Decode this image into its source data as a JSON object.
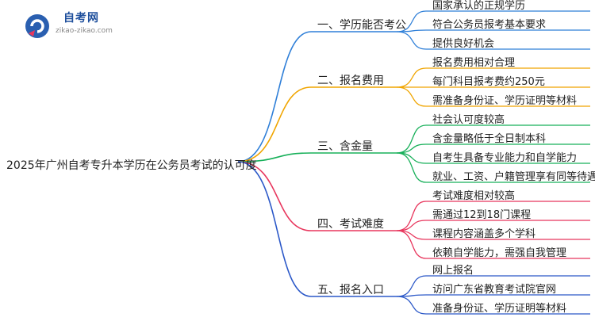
{
  "logo": {
    "name": "自考网",
    "url": "zikao-zikao.com"
  },
  "root": "2025年广州自考专升本学历在公务员考试的认可度",
  "branches": [
    {
      "label": "一、学历能否考公",
      "color": "#2f7fd8",
      "leaves": [
        "国家承认的正规学历",
        "符合公务员报考基本要求",
        "提供良好机会"
      ]
    },
    {
      "label": "二、报名费用",
      "color": "#f0a500",
      "leaves": [
        "报名费用相对合理",
        "每门科目报考费约250元",
        "需准备身份证、学历证明等材料"
      ]
    },
    {
      "label": "三、含金量",
      "color": "#18b05a",
      "leaves": [
        "社会认可度较高",
        "含金量略低于全日制本科",
        "自考生具备专业能力和自学能力",
        "就业、工资、户籍管理享有同等待遇"
      ]
    },
    {
      "label": "四、考试难度",
      "color": "#e8365d",
      "leaves": [
        "考试难度相对较高",
        "需通过12到18门课程",
        "课程内容涵盖多个学科",
        "依赖自学能力，需强自我管理"
      ]
    },
    {
      "label": "五、报名入口",
      "color": "#2b58c8",
      "leaves": [
        "网上报名",
        "访问广东省教育考试院官网",
        "准备身份证、学历证明等材料"
      ]
    }
  ]
}
